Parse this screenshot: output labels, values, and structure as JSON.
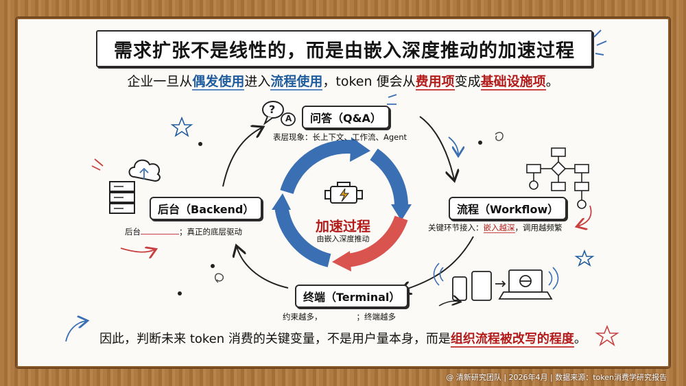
{
  "title": "需求扩张不是线性的，而是由嵌入深度推动的加速过程",
  "subtitle": {
    "p1": "企业一旦从",
    "h1": "偶发使用",
    "p2": "进入",
    "h2": "流程使用",
    "p3": "，token 便会从",
    "h3": "费用项",
    "p4": "变成",
    "h4": "基础设施项",
    "p5": "。"
  },
  "cycle": {
    "qa": {
      "label": "问答（Q&A）",
      "note": "表层现象：长上下文、工作流、Agent"
    },
    "workflow": {
      "label": "流程（Workflow）",
      "note_a": "关键环节接入：",
      "note_b": "嵌入越深",
      "note_c": "，调用越频繁"
    },
    "terminal": {
      "label": "终端（Terminal）",
      "note_a": "约束越多，",
      "note_b": "；终端越多"
    },
    "backend": {
      "label": "后台（Backend）",
      "note_a": "后台",
      "note_b": "；真正的底层驱动"
    },
    "center": {
      "title": "加速过程",
      "sub": "由嵌入深度推动"
    }
  },
  "icons": {
    "qa_bubble": "?",
    "qa_answer": "A"
  },
  "conclusion": {
    "p1": "因此，判断未来 token 消费的关键变量，不是用户量本身，而是",
    "h1": "组织流程被改写的程度",
    "p2": "。"
  },
  "footer": "@ 清新研究团队 | 2026年4月 | 数据来源：token消费学研究报告",
  "colors": {
    "blue": "#1f5c9e",
    "red": "#b31b1b",
    "arrow_blue": "#3a6fb3",
    "arrow_red": "#d9534f"
  }
}
